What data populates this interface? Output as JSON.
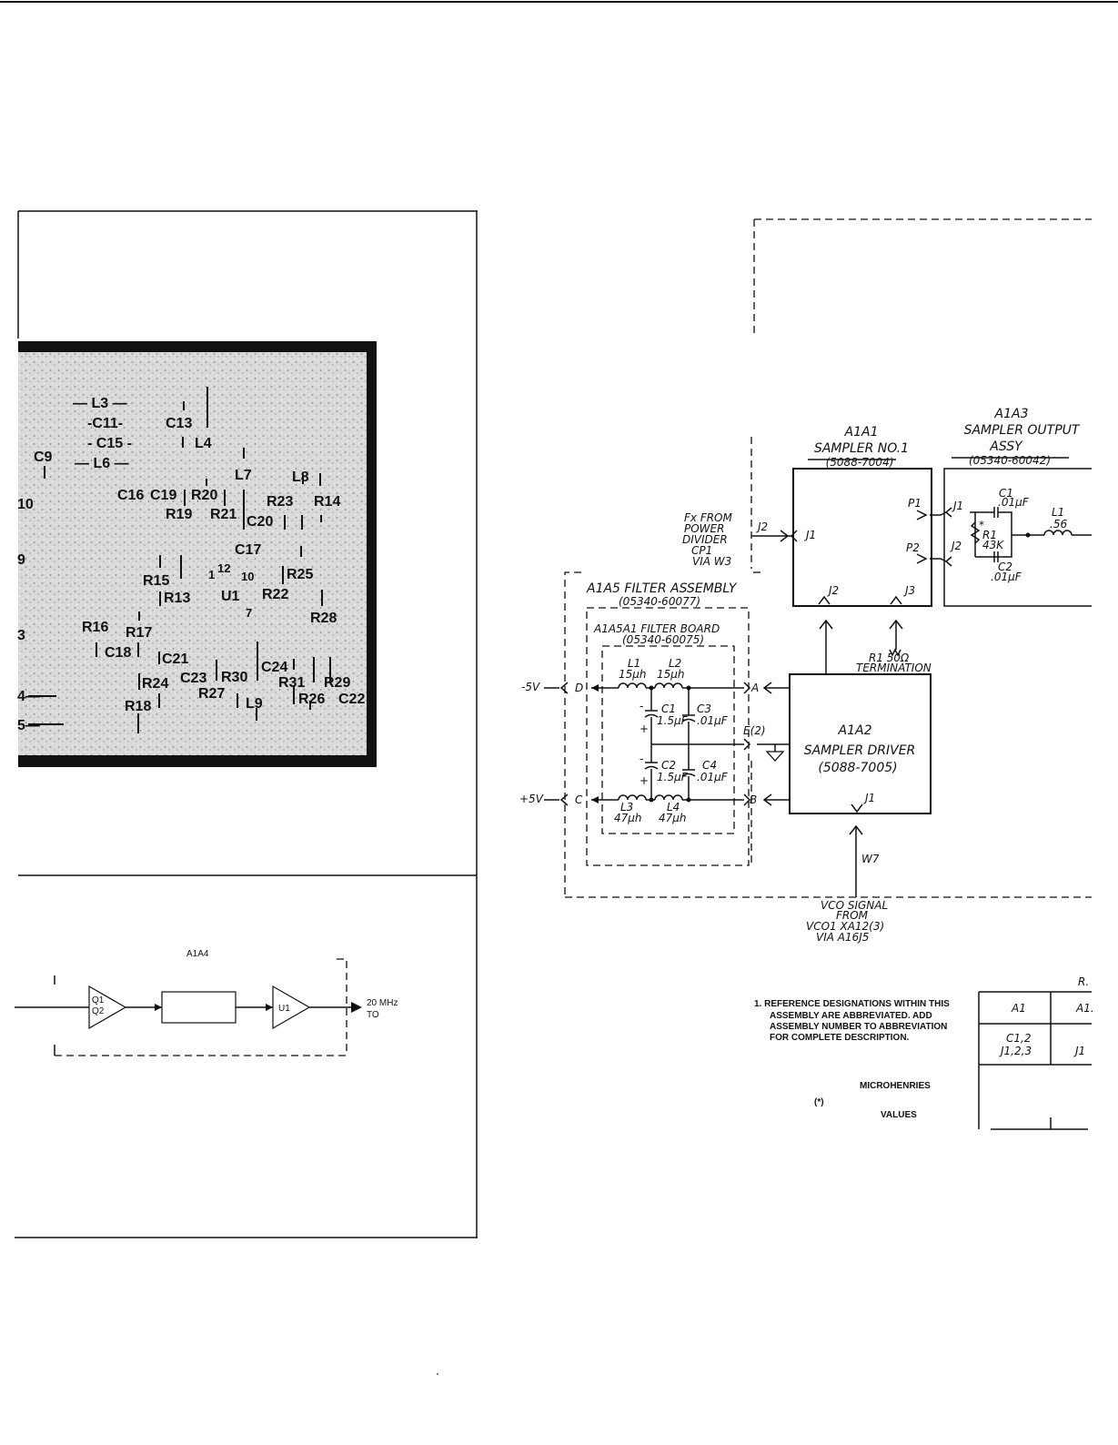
{
  "pcb": {
    "labels": [
      "— L3 —",
      "-C11-",
      "C13",
      "- C15 -",
      "L4",
      "C9",
      "— L6 —",
      "L7",
      "L8",
      "C16",
      "C19",
      "R20",
      "R23",
      "R14",
      "R19",
      "R21",
      "C20",
      "C17",
      "R15",
      "R25",
      "R13",
      "U1",
      "R22",
      "R16",
      "R17",
      "R28",
      "C18",
      "C21",
      "C24",
      "R24",
      "C23",
      "R30",
      "R31",
      "R29",
      "R18",
      "R27",
      "L9",
      "R26",
      "C22"
    ],
    "pins": [
      "1",
      "12",
      "10",
      "7"
    ],
    "edge_labels": [
      "10",
      "9",
      "3",
      "4—",
      "5—"
    ]
  },
  "block_diagram": {
    "title": "A1A4",
    "amp1_lines": [
      "Q1",
      "Q2"
    ],
    "amp2": "U1",
    "output_lines": [
      "20 MHz",
      "TO"
    ]
  },
  "schematic": {
    "a1a1": {
      "lines": [
        "A1A1",
        "SAMPLER NO.1",
        "(5088-7004)"
      ]
    },
    "a1a3": {
      "lines": [
        "A1A3",
        "SAMPLER OUTPUT",
        "ASSY",
        "(05340-60042)"
      ]
    },
    "fx_input": [
      "Fx FROM",
      "POWER",
      "DIVIDER",
      "CP1",
      "VIA W3"
    ],
    "a1a5": {
      "lines": [
        "A1A5 FILTER ASSEMBLY",
        "(05340-60077)"
      ]
    },
    "a1a5a1": {
      "lines": [
        "A1A5A1 FILTER BOARD",
        "(05340-60075)"
      ]
    },
    "a1a2": {
      "lines": [
        "A1A2",
        "SAMPLER DRIVER",
        "(5088-7005)"
      ]
    },
    "termination": [
      "R1 50Ω",
      "TERMINATION"
    ],
    "vco_signal": [
      "VCO SIGNAL",
      "FROM",
      "VCO1 XA12(3)",
      "VIA A16J5"
    ],
    "supplies": {
      "neg": "-5V",
      "pos": "+5V"
    },
    "ports": {
      "D": "D",
      "C": "C",
      "A": "A",
      "B": "B",
      "E": "E(2)"
    },
    "jacks": {
      "a1a1_j2_ext": "J2",
      "a1a1_j1": "J1",
      "a1a1_p1": "P1",
      "a1a1_p2": "P2",
      "a1a1_j2": "J2",
      "a1a1_j3": "J3",
      "a1a3_j1": "J1",
      "a1a3_j2": "J2",
      "a1a2_j1": "J1",
      "w7": "W7"
    },
    "a1a3_parts": {
      "c1": [
        ".01μF",
        "C1"
      ],
      "r1": [
        "R1",
        "43K"
      ],
      "c2": [
        "C2",
        ".01μF"
      ],
      "l1": [
        "L1",
        ".56"
      ],
      "star": "*"
    },
    "filter_parts": {
      "l1": [
        "L1",
        "15μh"
      ],
      "l2": [
        "L2",
        "15μh"
      ],
      "l3": [
        "L3",
        "47μh"
      ],
      "l4": [
        "L4",
        "47μh"
      ],
      "c1": [
        "C1",
        "1.5μF"
      ],
      "c2": [
        "C2",
        "1.5μF"
      ],
      "c3": [
        "C3",
        ".01μF"
      ],
      "c4": [
        "C4",
        ".01μF"
      ]
    }
  },
  "notes": {
    "note1": [
      "1.  REFERENCE DESIGNATIONS WITHIN THIS",
      "ASSEMBLY ARE ABBREVIATED. ADD",
      "ASSEMBLY NUMBER TO ABBREVIATION",
      "FOR COMPLETE DESCRIPTION."
    ],
    "microhenries": "MICROHENRIES",
    "star": "(*)",
    "values": "VALUES",
    "table_corner": "R.",
    "table_headers": [
      "A1",
      "A1."
    ],
    "table_cells": [
      "C1,2",
      "J1,2,3",
      "J1"
    ]
  }
}
